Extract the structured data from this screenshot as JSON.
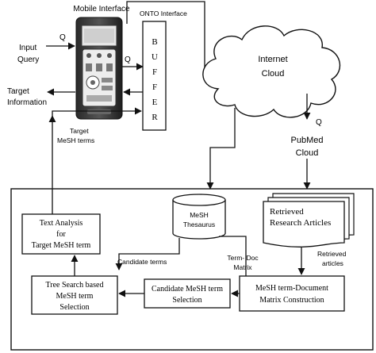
{
  "labels": {
    "mobile_interface": "Mobile Interface",
    "onto_interface": "ONTO Interface",
    "input_query_1": "Input",
    "input_query_2": "Query",
    "target_info_1": "Target",
    "target_info_2": "Information",
    "target_mesh_1": "Target",
    "target_mesh_2": "MeSH terms",
    "q_input": "Q",
    "q_phone": "Q",
    "q_cloud": "Q",
    "q_pubmed": "Q",
    "internet_1": "Internet",
    "internet_2": "Cloud",
    "pubmed_1": "PubMed",
    "pubmed_2": "Cloud",
    "buffer_letters": [
      "B",
      "U",
      "F",
      "F",
      "E",
      "R"
    ],
    "text_analysis_1": "Text Analysis",
    "text_analysis_2": "for",
    "text_analysis_3": "Target  MeSH term",
    "mesh_1": "MeSH",
    "mesh_2": "Thesaurus",
    "retrieved_1": "Retrieved",
    "retrieved_2": "Research Articles",
    "candidate_terms": "Candidate terms",
    "term_doc_1": "Term- Doc",
    "term_doc_2": "Matrix",
    "retrieved_articles_1": "Retrieved",
    "retrieved_articles_2": "articles",
    "tree_search_1": "Tree Search based",
    "tree_search_2": "MeSH term",
    "tree_search_3": "Selection",
    "candidate_mesh_1": "Candidate MeSH term",
    "candidate_mesh_2": "Selection",
    "matrix_1": "MeSH term-Document",
    "matrix_2": "Matrix Construction"
  }
}
